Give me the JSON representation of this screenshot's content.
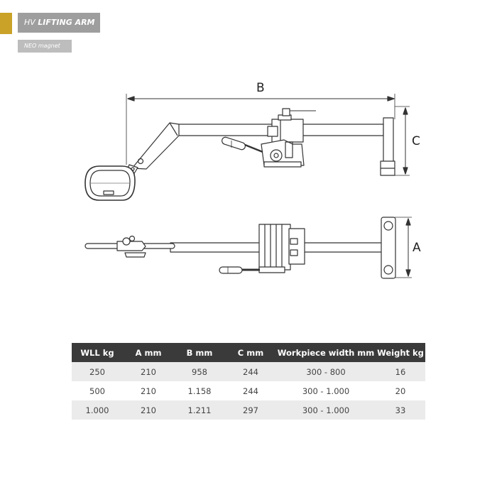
{
  "header": {
    "title_prefix": "HV ",
    "title_main": "LIFTING ARM",
    "subtitle": "NEO magnet",
    "accent_color": "#c9a227"
  },
  "drawing": {
    "label_b": "B",
    "label_c": "C",
    "label_a": "A"
  },
  "table": {
    "headers": [
      "WLL kg",
      "A mm",
      "B mm",
      "C mm",
      "Workpiece width mm",
      "Weight kg"
    ],
    "rows": [
      [
        "250",
        "210",
        "958",
        "244",
        "300 - 800",
        "16"
      ],
      [
        "500",
        "210",
        "1.158",
        "244",
        "300 - 1.000",
        "20"
      ],
      [
        "1.000",
        "210",
        "1.211",
        "297",
        "300 - 1.000",
        "33"
      ]
    ]
  }
}
